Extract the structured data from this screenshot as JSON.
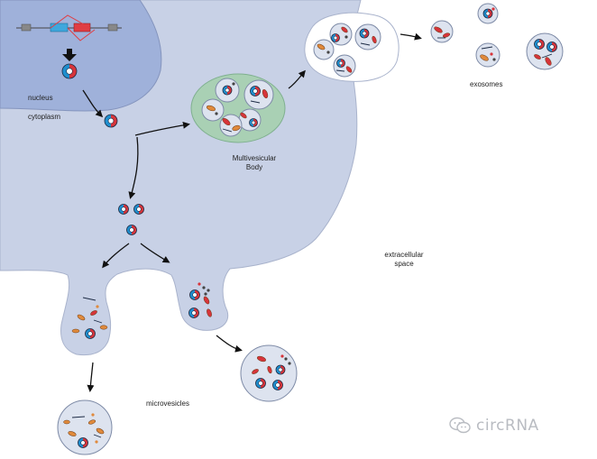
{
  "labels": {
    "nucleus": "nucleus",
    "cytoplasm": "cytoplasm",
    "mvb_line1": "Multivesicular",
    "mvb_line2": "Body",
    "exosomes": "exosomes",
    "extracellular_line1": "extracellular",
    "extracellular_line2": "space",
    "microvesicles": "microvesicles"
  },
  "watermark": {
    "icon": "wechat-icon",
    "text": "circRNA"
  },
  "colors": {
    "cell": "#c8d1e6",
    "cell_stroke": "#a9b3cc",
    "nucleus": "#9fb1da",
    "mvb": "#a9d0b4",
    "vesicle": "#dde3ef",
    "circ_red": "#d7343a",
    "circ_blue": "#1f8fcf",
    "cargo_orange": "#e08a3c",
    "exon_blue": "#3fa7dc",
    "exon_red": "#e03d43"
  }
}
